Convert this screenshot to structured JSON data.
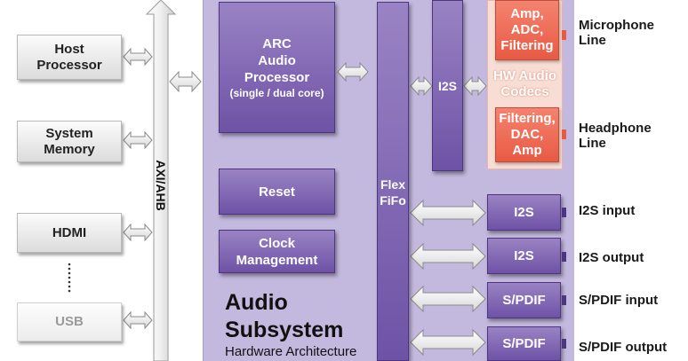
{
  "left_blocks": {
    "host": [
      "Host",
      "Processor"
    ],
    "memory": [
      "System",
      "Memory"
    ],
    "hdmi": "HDMI",
    "usb": "USB"
  },
  "bus": {
    "label": "AXI/AHB"
  },
  "subsystem": {
    "title_line1": "Audio",
    "title_line2": "Subsystem",
    "subtitle": "Hardware Architecture"
  },
  "arc": {
    "lines": [
      "ARC",
      "Audio",
      "Processor"
    ],
    "sub": "(single / dual core)"
  },
  "reset": "Reset",
  "clock": [
    "Clock",
    "Management"
  ],
  "fifo": [
    "Flex",
    "FiFo"
  ],
  "i2s_internal": "I2S",
  "codec": {
    "top": [
      "Amp,",
      "ADC,",
      "Filtering"
    ],
    "middle": [
      "HW Audio",
      "Codecs"
    ],
    "bottom": [
      "Filtering,",
      "DAC,",
      "Amp"
    ]
  },
  "io_blocks": [
    "I2S",
    "I2S",
    "S/PDIF",
    "S/PDIF"
  ],
  "external_labels": {
    "mic": [
      "Microphone",
      "Line"
    ],
    "headphone": [
      "Headphone",
      "Line"
    ],
    "i2s_in": "I2S input",
    "i2s_out": "I2S output",
    "spdif_in": "S/PDIF input",
    "spdif_out": "S/PDIF output"
  },
  "colors": {
    "subsystem_bg": "#c3b8dd",
    "block_purple": "#7f65b3",
    "codec_red": "#ee6d57",
    "codec_bg": "#f8ddd4"
  }
}
